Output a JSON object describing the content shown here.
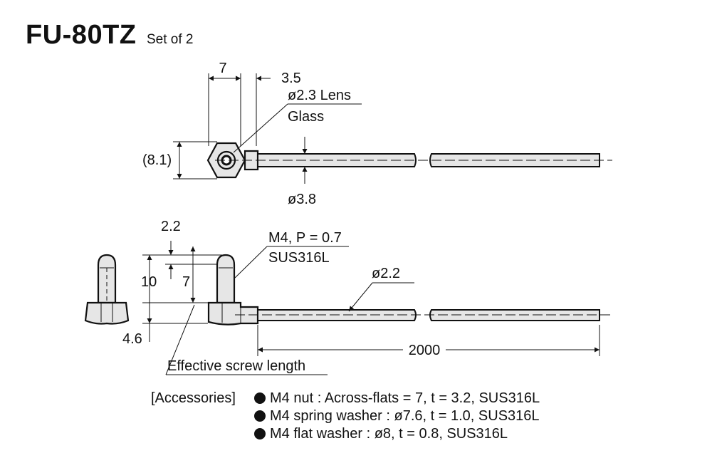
{
  "title": {
    "model": "FU-80TZ",
    "subtitle": "Set of 2"
  },
  "top_view": {
    "dim_width": "7",
    "dim_offset": "3.5",
    "lens_label_line1": "ø2.3 Lens",
    "lens_label_line2": "Glass",
    "dim_height": "(8.1)",
    "dim_tube_diameter": "ø3.8"
  },
  "side_view": {
    "dim_top_gap": "2.2",
    "dim_total_height": "10",
    "dim_thread_length": "7",
    "dim_base": "4.6",
    "thread_label_line1": "M4, P = 0.7",
    "thread_label_line2": "SUS316L",
    "dim_cable_diameter": "ø2.2",
    "dim_cable_length": "2000",
    "effective_screw_label": "Effective screw length"
  },
  "accessories": {
    "heading": "[Accessories]",
    "items": [
      "M4 nut : Across-flats = 7, t = 3.2, SUS316L",
      "M4 spring washer : ø7.6, t = 1.0, SUS316L",
      "M4 flat washer : ø8, t = 0.8, SUS316L"
    ]
  },
  "colors": {
    "line": "#111111",
    "part_fill": "#e6e6e6",
    "background": "#ffffff"
  }
}
